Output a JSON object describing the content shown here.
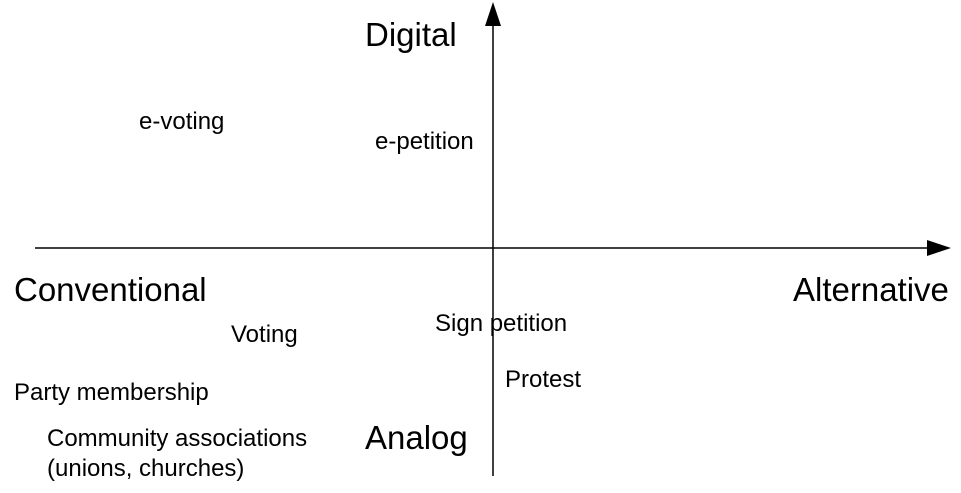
{
  "axes": {
    "top_label": "Digital",
    "bottom_label": "Analog",
    "left_label": "Conventional",
    "right_label": "Alternative"
  },
  "items": {
    "e_voting": "e-voting",
    "e_petition": "e-petition",
    "voting": "Voting",
    "sign_petition": "Sign petition",
    "protest": "Protest",
    "party_membership": "Party membership",
    "community_associations": {
      "line1": "Community associations",
      "line2": "(unions, churches)"
    }
  },
  "colors": {
    "ink": "#000000",
    "background": "#ffffff"
  }
}
